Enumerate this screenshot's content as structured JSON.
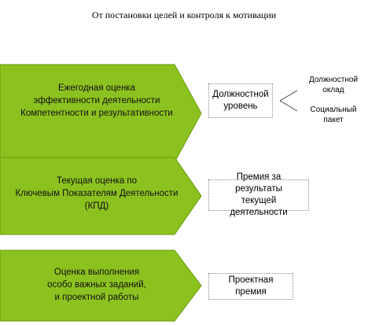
{
  "title": "От постановки целей и контроля к мотивации",
  "colors": {
    "arrow_fill": "#8cc21f",
    "arrow_stroke": "#6a9a10",
    "box_border": "#888888"
  },
  "rows": [
    {
      "arrow_lines": [
        "Ежегодная оценка",
        "эффективности деятельности",
        "Компетентности и результативности"
      ],
      "box_lines": [
        "Должностной",
        "уровень"
      ]
    },
    {
      "arrow_lines": [
        "Текущая оценка по",
        "Ключевым Показателям Деятельности",
        "(КПД)"
      ],
      "box_lines": [
        "Премия за результаты",
        "текущей деятельности"
      ]
    },
    {
      "arrow_lines": [
        "Оценка выполнения",
        "особо важных заданий,",
        "и проектной работы"
      ],
      "box_lines": [
        "Проектная премия"
      ]
    }
  ],
  "branches": [
    {
      "lines": [
        "Должностной",
        "оклад"
      ]
    },
    {
      "lines": [
        "Социальный",
        "пакет"
      ]
    }
  ]
}
